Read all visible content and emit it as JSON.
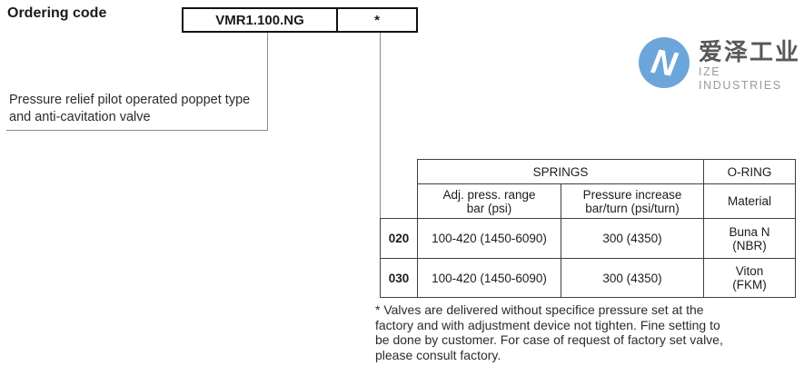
{
  "page": {
    "title": "Ordering code"
  },
  "ordering_code": {
    "model": "VMR1.100.NG",
    "option": "*"
  },
  "description": {
    "line1": "Pressure relief pilot operated poppet type",
    "line2": "and anti-cavitation valve"
  },
  "logo": {
    "cn": "爱泽工业",
    "en": "IZE INDUSTRIES",
    "icon": "ize-n-circle-icon",
    "accent_color": "#6CA5D9"
  },
  "table": {
    "header": {
      "springs": "SPRINGS",
      "oring": "O-RING",
      "columns": [
        "Adj. press. range\nbar (psi)",
        "Pressure increase\nbar/turn (psi/turn)",
        "Material"
      ]
    },
    "rows": [
      {
        "code": "020",
        "adj_press_range": "100-420 (1450-6090)",
        "pressure_increase": "300 (4350)",
        "material": "Buna N\n(NBR)"
      },
      {
        "code": "030",
        "adj_press_range": "100-420 (1450-6090)",
        "pressure_increase": "300 (4350)",
        "material": "Viton\n(FKM)"
      }
    ]
  },
  "footnote": {
    "lines": [
      "* Valves are delivered without specifice pressure set at the",
      "factory and with adjustment device not tighten. Fine setting to",
      "be done by customer. For case of request of factory set valve,",
      "please consult factory."
    ]
  },
  "colors": {
    "logo_blue": "#6CA5D9",
    "table_border": "#3f3f3f",
    "connector_line": "#8c8c8c",
    "text": "#1d1d1b"
  }
}
